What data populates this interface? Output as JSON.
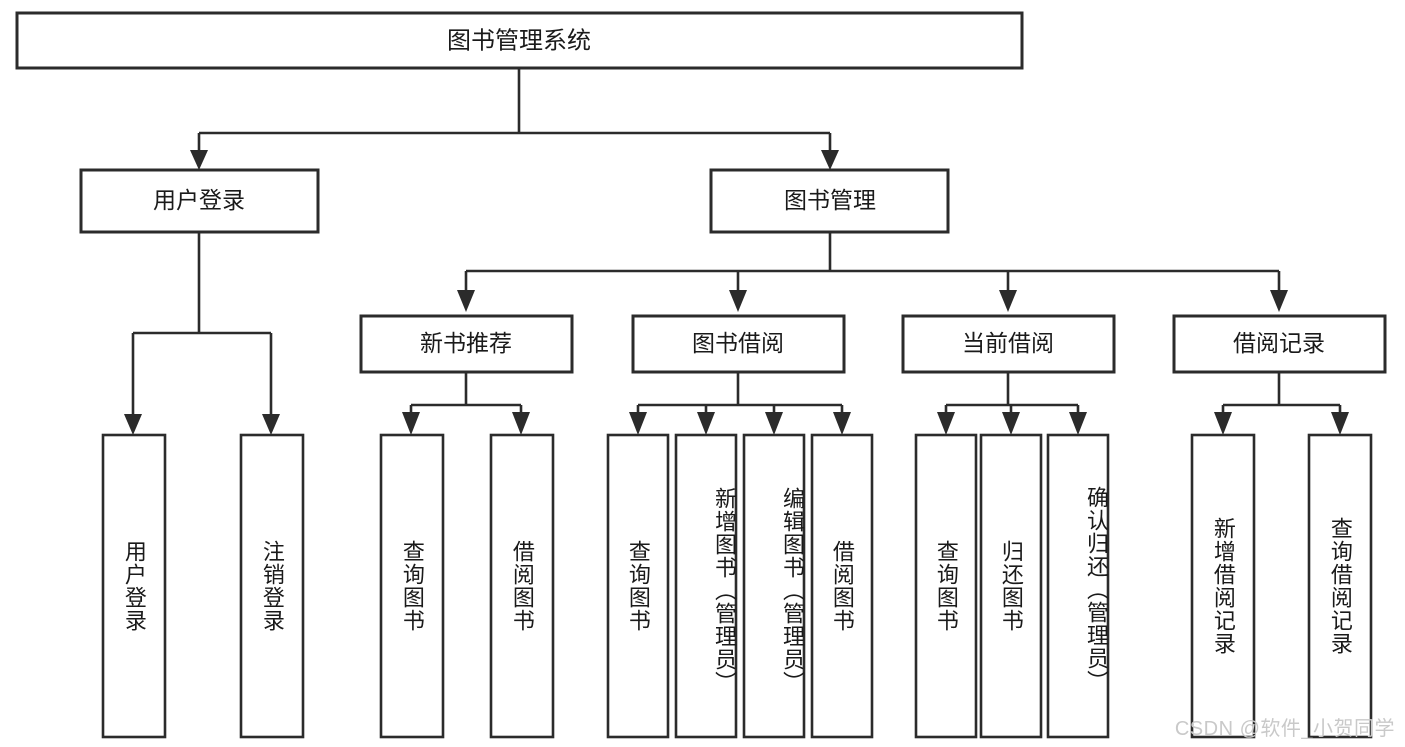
{
  "diagram": {
    "title": "图书管理系统",
    "type": "hierarchical-tree",
    "watermark": "CSDN @软件_小贺同学",
    "colors": {
      "stroke": "#2b2b2b",
      "fill": "#ffffff",
      "text": "#1a1a1a",
      "watermark": "#c9c9c9",
      "background": "#ffffff"
    },
    "root": {
      "label": "图书管理系统"
    },
    "level2": [
      {
        "label": "用户登录"
      },
      {
        "label": "图书管理"
      }
    ],
    "level3": [
      {
        "label": "新书推荐"
      },
      {
        "label": "图书借阅"
      },
      {
        "label": "当前借阅"
      },
      {
        "label": "借阅记录"
      }
    ],
    "leaves": {
      "user_login": [
        {
          "label": "用户登录"
        },
        {
          "label": "注销登录"
        }
      ],
      "new_book_recommend": [
        {
          "label": "查询图书"
        },
        {
          "label": "借阅图书"
        }
      ],
      "book_borrow": [
        {
          "label": "查询图书"
        },
        {
          "label": "新增图书（管理员）"
        },
        {
          "label": "编辑图书（管理员）"
        },
        {
          "label": "借阅图书"
        }
      ],
      "current_borrow": [
        {
          "label": "查询图书"
        },
        {
          "label": "归还图书"
        },
        {
          "label": "确认归还（管理员）"
        }
      ],
      "borrow_record": [
        {
          "label": "新增借阅记录"
        },
        {
          "label": "查询借阅记录"
        }
      ]
    }
  }
}
